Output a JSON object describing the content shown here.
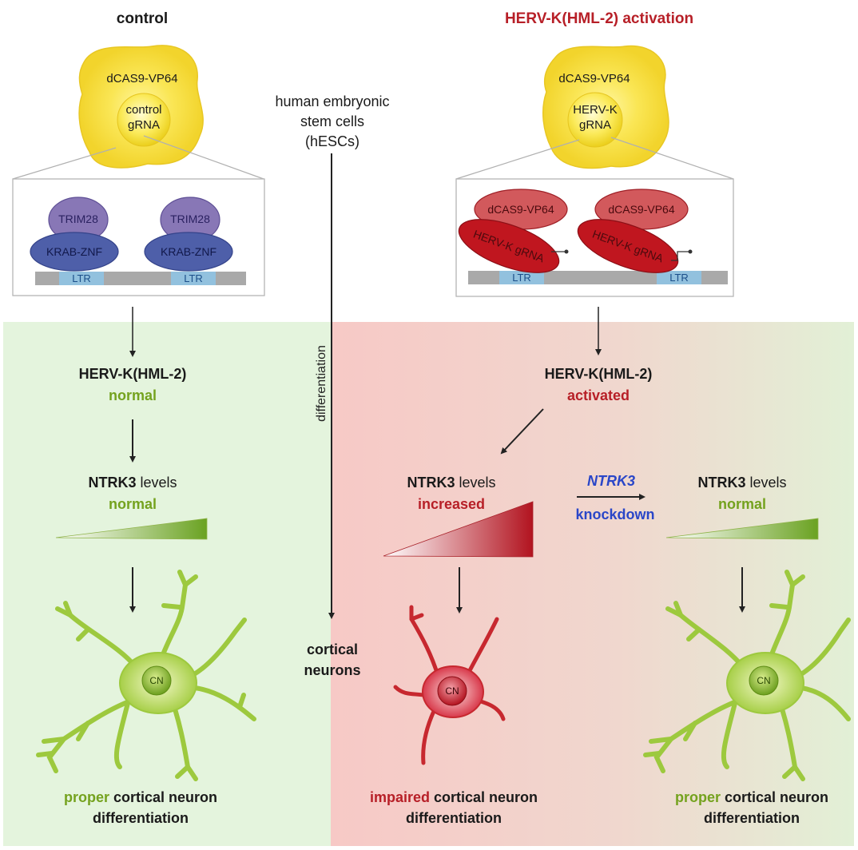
{
  "control": {
    "title": "control",
    "cas9": "dCAS9-VP64",
    "grna_line1": "control",
    "grna_line2": "gRNA",
    "trim28": "TRIM28",
    "krab": "KRAB-ZNF",
    "ltr": "LTR",
    "hervk_label": "HERV-K(HML-2)",
    "hervk_status": "normal",
    "ntrk3_label": "NTRK3",
    "ntrk3_suffix": " levels",
    "ntrk3_status": "normal",
    "neuron_label": "CN",
    "outcome_word": "proper",
    "outcome_rest": " cortical neuron",
    "outcome_line2": "differentiation"
  },
  "center": {
    "stem_line1": "human embryonic",
    "stem_line2": "stem cells",
    "stem_line3": "(hESCs)",
    "differentiation": "differentiation",
    "cortical_line1": "cortical",
    "cortical_line2": "neurons"
  },
  "activation": {
    "title": "HERV-K(HML-2) activation",
    "cas9": "dCAS9-VP64",
    "grna_line1": "HERV-K",
    "grna_line2": "gRNA",
    "complex_cas9": "dCAS9-VP64",
    "complex_grna": "HERV-K gRNA",
    "ltr": "LTR",
    "hervk_label": "HERV-K(HML-2)",
    "hervk_status": "activated",
    "ntrk3_label": "NTRK3",
    "ntrk3_suffix": " levels",
    "ntrk3_status": "increased",
    "neuron_label": "CN",
    "outcome_word": "impaired",
    "outcome_rest": " cortical neuron",
    "outcome_line2": "differentiation"
  },
  "knockdown": {
    "gene": "NTRK3",
    "label": "knockdown",
    "ntrk3_label": "NTRK3",
    "ntrk3_suffix": " levels",
    "ntrk3_status": "normal",
    "neuron_label": "CN",
    "outcome_word": "proper",
    "outcome_rest": " cortical neuron",
    "outcome_line2": "differentiation"
  },
  "colors": {
    "green": "#74a21e",
    "red": "#b71f27",
    "blue": "#2a46c8",
    "panel_green": "#e6f5df",
    "panel_red": "#f2c7c4",
    "cell_yellow": "#f4de3a",
    "protein_blue": "#4b5aa4",
    "protein_purple": "#8b78b8",
    "ltr_blue": "#8ec6e8"
  }
}
